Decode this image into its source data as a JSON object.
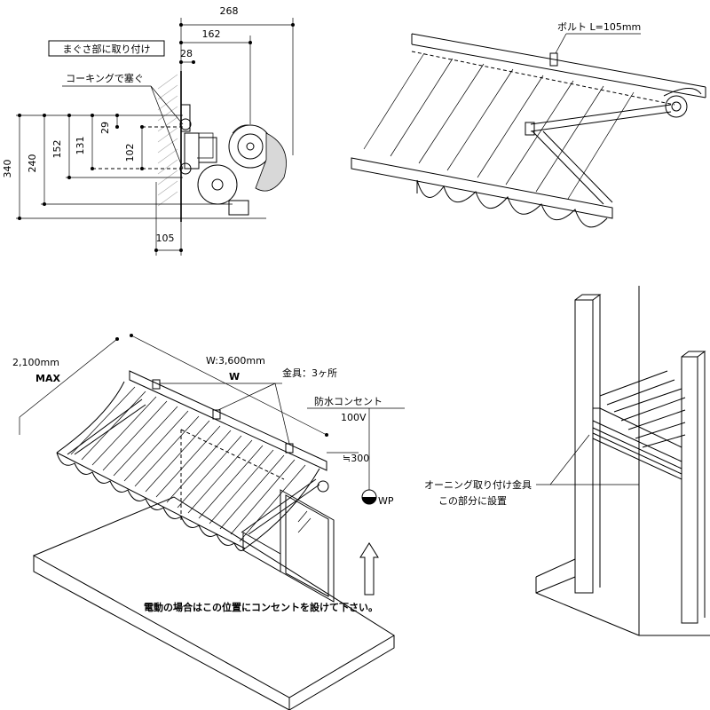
{
  "section_mount": {
    "note_mount": "まぐさ部に取り付け",
    "note_caulk": "コーキングで塞ぐ",
    "dims": {
      "top_268": "268",
      "top_162": "162",
      "top_28": "28",
      "left_340": "340",
      "left_240": "240",
      "left_152": "152",
      "left_131": "131",
      "left_29": "29",
      "left_102": "102",
      "bottom_105": "105"
    }
  },
  "perspective_bolt": {
    "bolt_label": "ボルト L=105mm"
  },
  "awning_install": {
    "height_label": "2,100mm",
    "height_max": "MAX",
    "width_label": "W:3,600mm",
    "width_symbol": "W",
    "bracket_label": "金具：3ヶ所",
    "outlet_label": "防水コンセント",
    "voltage_label": "100V",
    "approx_label": "≒300",
    "wp_label": "WP",
    "electric_note": "電動の場合はこの位置にコンセントを設けて下さい。"
  },
  "balcony": {
    "bracket_note": "オーニング取り付け金具",
    "install_note": "この部分に設置"
  }
}
